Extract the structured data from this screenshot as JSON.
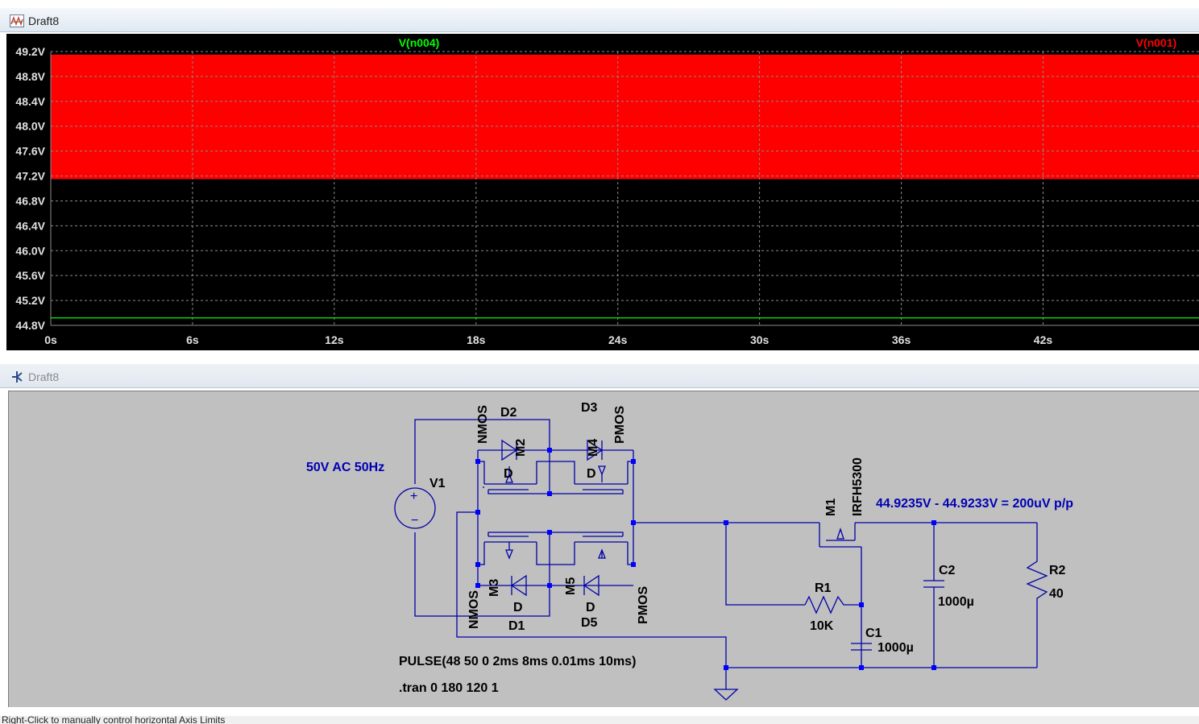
{
  "plot_window": {
    "title": "Draft8",
    "trace_labels": [
      "V(n004)",
      "V(n001)"
    ],
    "trace_colors": [
      "#00ff00",
      "#ff0000"
    ],
    "y_ticks": [
      "49.2V",
      "48.8V",
      "48.4V",
      "48.0V",
      "47.6V",
      "47.2V",
      "46.8V",
      "46.4V",
      "46.0V",
      "45.6V",
      "45.2V",
      "44.8V"
    ],
    "x_ticks": [
      "0s",
      "6s",
      "12s",
      "18s",
      "24s",
      "30s",
      "36s",
      "42s"
    ]
  },
  "chart_data": {
    "type": "line",
    "x_unit": "s",
    "y_unit": "V",
    "xlim": [
      0,
      48.6
    ],
    "ylim": [
      44.8,
      49.2
    ],
    "x_ticks": [
      0,
      6,
      12,
      18,
      24,
      30,
      36,
      42
    ],
    "y_ticks": [
      49.2,
      48.8,
      48.4,
      48.0,
      47.6,
      47.2,
      46.8,
      46.4,
      46.0,
      45.6,
      45.2,
      44.8
    ],
    "grid": true,
    "series": [
      {
        "name": "V(n004)",
        "color": "#00ff00",
        "x": [
          0,
          48.6
        ],
        "y": [
          44.92,
          44.92
        ]
      },
      {
        "name": "V(n001)",
        "color": "#ff0000",
        "band": [
          47.15,
          49.15
        ],
        "x": [
          0,
          48.6
        ]
      }
    ]
  },
  "schematic_window": {
    "title": "Draft8",
    "labels": {
      "v1_value": "50V AC 50Hz",
      "v1_name": "V1",
      "nmos_top": "NMOS",
      "d2": "D2",
      "m2": "M2",
      "d2_model": "D",
      "d3": "D3",
      "m4": "M4",
      "d3_model": "D",
      "pmos_top": "PMOS",
      "m3": "M3",
      "d1_model": "D",
      "d1": "D1",
      "m5": "M5",
      "d5_model": "D",
      "d5": "D5",
      "nmos_bottom": "NMOS",
      "pmos_bottom": "PMOS",
      "m1": "M1",
      "m1_model": "IRFH5300",
      "measure": "44.9235V - 44.9233V = 200uV p/p",
      "r1": "R1",
      "r1_value": "10K",
      "c1": "C1",
      "c1_value": "1000µ",
      "c2": "C2",
      "c2_value": "1000µ",
      "r2": "R2",
      "r2_value": "40",
      "pulse": "PULSE(48 50 0 2ms 8ms 0.01ms 10ms)",
      "tran": ".tran 0 180 120 1"
    }
  },
  "status_bar": {
    "text": "Right-Click to manually control horizontal Axis Limits"
  }
}
